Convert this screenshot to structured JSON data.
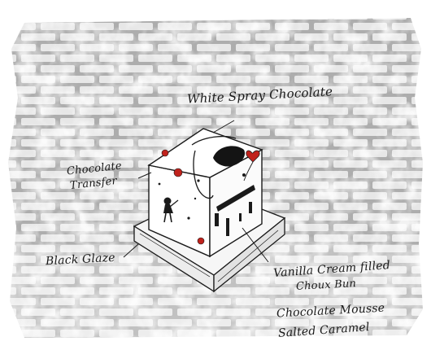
{
  "labels": {
    "white_spray": "White Spray Chocolate",
    "chocolate_transfer_line1": "Chocolate",
    "chocolate_transfer_line2": "Transfer",
    "black_glaze": "Black Glaze",
    "vanilla_cream_line1": "Vanilla Cream filled",
    "vanilla_cream_line2": "Choux Bun",
    "chocolate_mousse": "Chocolate Mousse",
    "salted_caramel": "Salted Caramel"
  },
  "colors": {
    "brick_wall": "#9c9c9c",
    "ink": "#1a1a1a",
    "accent_red": "#c0221c"
  },
  "icons": {
    "heart_balloon": "heart-balloon-icon",
    "girl_figure": "girl-silhouette-icon"
  }
}
